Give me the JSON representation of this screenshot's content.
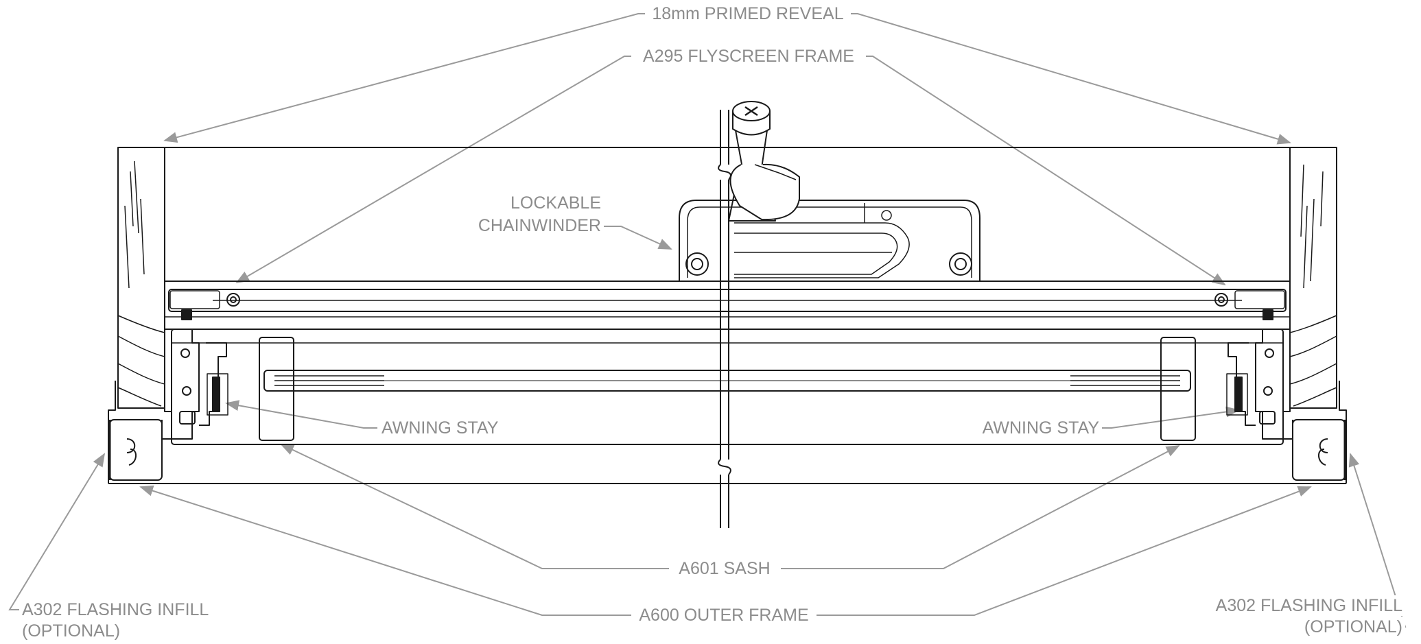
{
  "diagram": {
    "labels": {
      "primed_reveal": "18mm PRIMED REVEAL",
      "flyscreen_frame": "A295 FLYSCREEN FRAME",
      "chainwinder_line1": "LOCKABLE",
      "chainwinder_line2": "CHAINWINDER",
      "awning_stay_left": "AWNING STAY",
      "awning_stay_right": "AWNING STAY",
      "sash": "A601 SASH",
      "outer_frame": "A600 OUTER FRAME",
      "flashing_left_line1": "A302 FLASHING INFILL",
      "flashing_left_line2": "(OPTIONAL)",
      "flashing_right_line1": "A302 FLASHING INFILL",
      "flashing_right_line2": "(OPTIONAL)"
    },
    "colors": {
      "drawing_line": "#1a1a1a",
      "leader_line": "#9a9a9a",
      "label_text": "#8c8c8c"
    }
  }
}
